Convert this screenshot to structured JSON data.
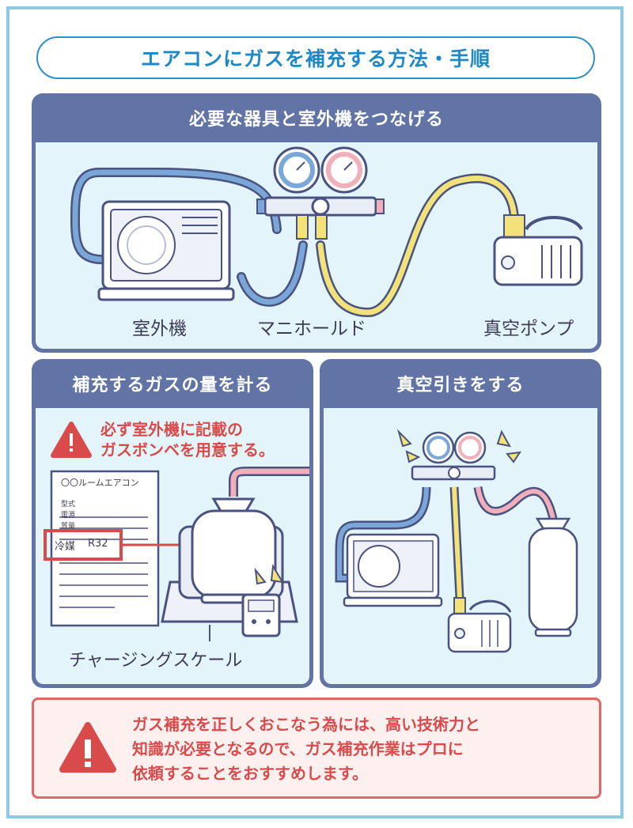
{
  "title": "エアコンにガスを補充する方法・手順",
  "panel1": {
    "heading": "必要な器具と室外機をつなげる",
    "labels": {
      "outdoor": "室外機",
      "manifold": "マニホールド",
      "pump": "真空ポンプ"
    }
  },
  "panel2": {
    "heading": "補充するガスの量を計る",
    "warning": [
      "必ず室外機に記載の",
      "ガスボンベを用意する。"
    ],
    "spec_sheet": {
      "title": "〇〇ルームエアコン",
      "rows": [
        "型式",
        "電源",
        "質量"
      ],
      "refrigerant_label": "冷媒",
      "refrigerant_value": "R32"
    },
    "scale_label": "チャージングスケール"
  },
  "panel3": {
    "heading": "真空引きをする"
  },
  "notice": {
    "lines": [
      "ガス補充を正しくおこなう為には、高い技術力と",
      "知識が必要となるので、ガス補充作業はプロに",
      "依頼することをおすすめします。"
    ]
  },
  "colors": {
    "frame": "#8ec9e8",
    "title": "#1f88c6",
    "panel_header": "#6274a6",
    "panel_body": "#e3f4fb",
    "blue_hose": "#7aa7d8",
    "yellow_hose": "#f3e27a",
    "pink_hose": "#f1aebb",
    "warning": "#d94b4b",
    "notice_bg": "#fff0f0"
  },
  "icons": [
    "warning-triangle-icon",
    "pressure-gauge-icon",
    "vacuum-pump-icon",
    "gas-cylinder-icon",
    "outdoor-unit-icon",
    "scale-display-icon"
  ]
}
